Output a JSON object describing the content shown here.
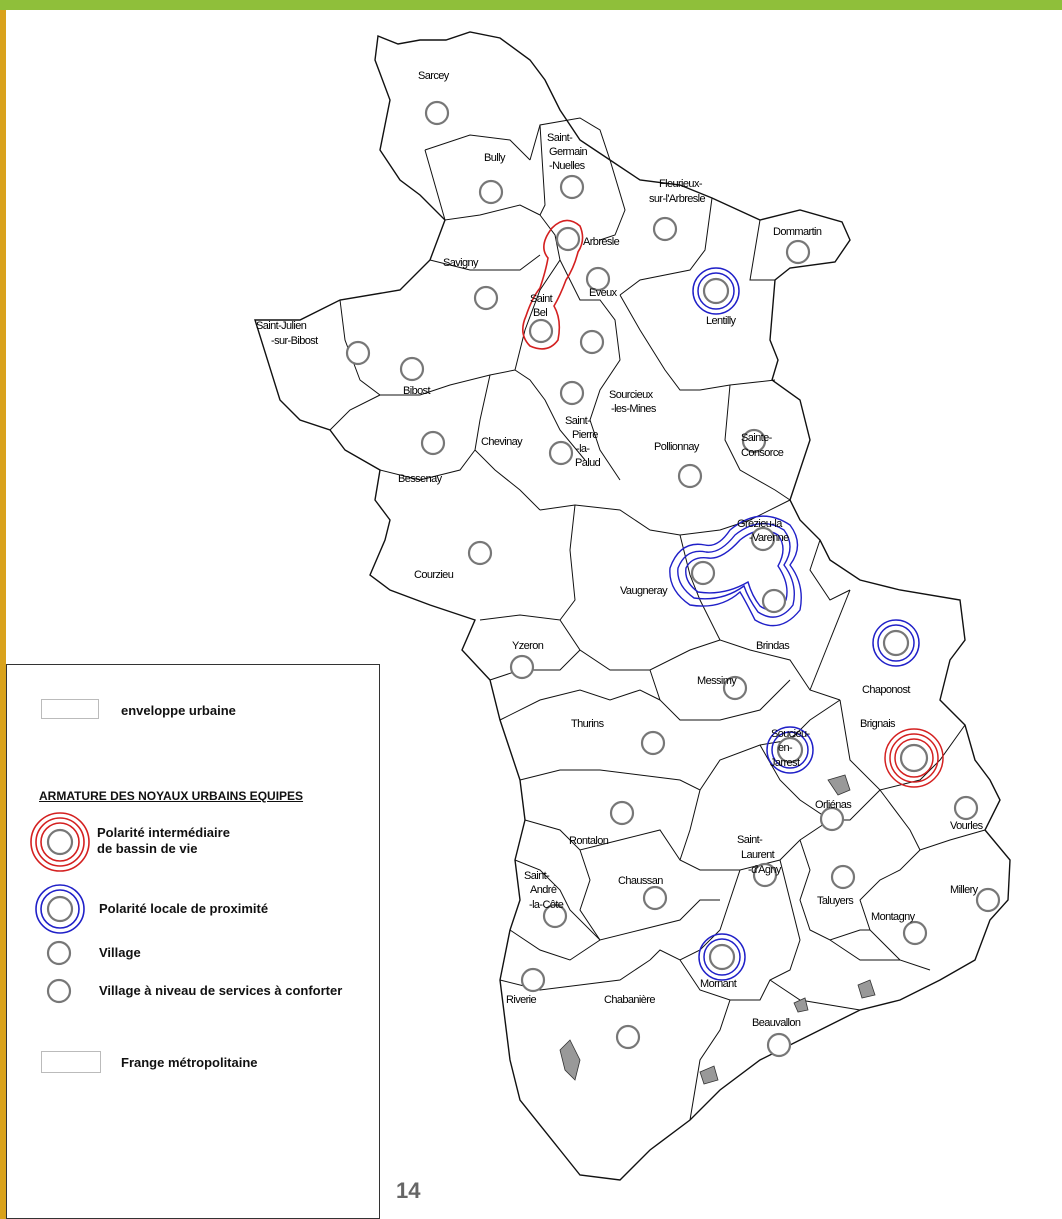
{
  "page_number": "14",
  "legend": {
    "urban_envelope": "enveloppe urbaine",
    "section_title": "ARMATURE DES NOYAUX URBAINS EQUIPES",
    "polarite_intermediaire_1": "Polarité intermédiaire",
    "polarite_intermediaire_2": "de bassin de vie",
    "polarite_locale": "Polarité locale de proximité",
    "village": "Village",
    "village_conforter": "Village à niveau de services à conforter",
    "frange": "Frange métropolitaine"
  },
  "colors": {
    "red": "#d42020",
    "blue": "#2020c8",
    "grey_circle": "#777777",
    "border": "#111111",
    "frame_top": "#8fbf3a",
    "frame_left": "#d9a21c"
  },
  "towns": {
    "sarcey": "Sarcey",
    "bully": "Bully",
    "st_germain_1": "Saint-",
    "st_germain_2": "Germain",
    "st_germain_3": "-Nuelles",
    "fleurieux_1": "Fleurieux-",
    "fleurieux_2": "sur-l'Arbresle",
    "dommartin": "Dommartin",
    "arbresle": "Arbresle",
    "savigny": "Savigny",
    "eveux": "Eveux",
    "st_bel_1": "Saint",
    "st_bel_2": "Bel",
    "lentilly": "Lentilly",
    "st_julien_1": "Saint-Julien",
    "st_julien_2": "-sur-Bibost",
    "bibost": "Bibost",
    "sourcieux_1": "Sourcieux",
    "sourcieux_2": "-les-Mines",
    "st_pierre_1": "Saint-",
    "st_pierre_2": "Pierre",
    "st_pierre_3": "-la-",
    "st_pierre_4": "Palud",
    "chevinay": "Chevinay",
    "pollionnay": "Pollionnay",
    "ste_consorce_1": "Sainte-",
    "ste_consorce_2": "Consorce",
    "bessenay": "Bessenay",
    "grezieu_1": "Grézieu-la",
    "grezieu_2": "-Varenne",
    "courzieu": "Courzieu",
    "vaugneray": "Vaugneray",
    "brindas": "Brindas",
    "yzeron": "Yzeron",
    "chaponost": "Chaponost",
    "messimy": "Messimy",
    "thurins": "Thurins",
    "soucieu_1": "Soucieu-",
    "soucieu_2": "en-",
    "soucieu_3": "Jarrest",
    "brignais": "Brignais",
    "orlienas": "Orliénas",
    "vourles": "Vourles",
    "rontalon": "Rontalon",
    "st_laurent_1": "Saint-",
    "st_laurent_2": "Laurent",
    "st_laurent_3": "-d'Agny",
    "st_andre_1": "Saint-",
    "st_andre_2": "André",
    "st_andre_3": "-la-Côte",
    "chaussan": "Chaussan",
    "taluyers": "Taluyers",
    "millery": "Millery",
    "montagny": "Montagny",
    "mornant": "Mornant",
    "riverie": "Riverie",
    "chabaniere": "Chabanière",
    "beauvallon": "Beauvallon"
  }
}
